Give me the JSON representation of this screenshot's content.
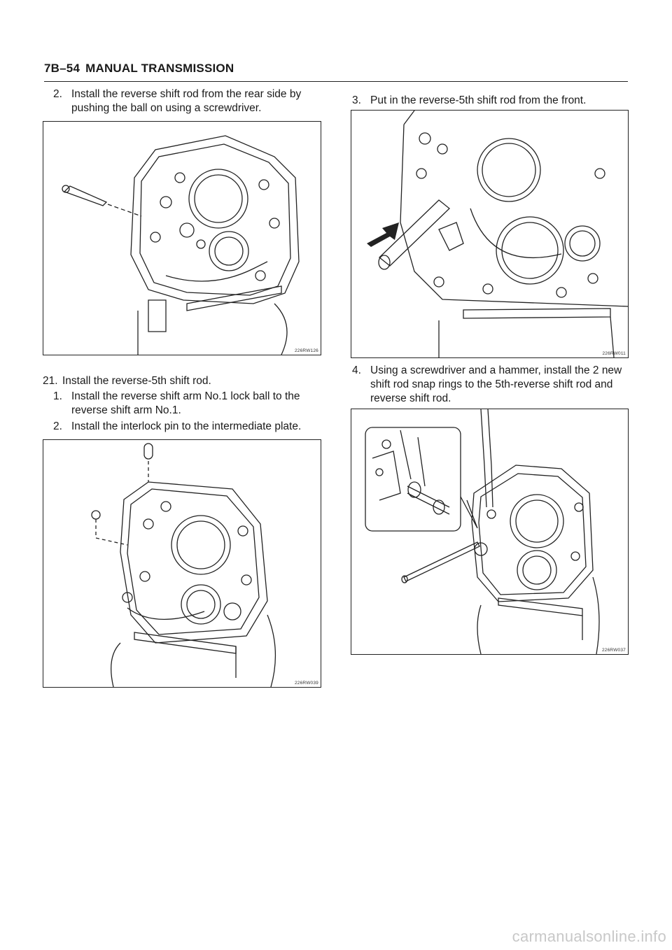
{
  "header": {
    "section": "7B–54",
    "title": "MANUAL TRANSMISSION"
  },
  "left": {
    "step_2": {
      "num": "2.",
      "text": "Install the reverse shift rod from the rear side by pushing the ball on using a screwdriver."
    },
    "fig_1": {
      "id": "226RW126"
    },
    "step_21": {
      "num": "21.",
      "text": "Install the reverse-5th shift rod."
    },
    "sub_1": {
      "num": "1.",
      "text": "Install the reverse shift arm No.1 lock ball to the reverse shift arm No.1."
    },
    "sub_2": {
      "num": "2.",
      "text": "Install the interlock pin to the intermediate plate."
    },
    "fig_2": {
      "id": "226RW039"
    }
  },
  "right": {
    "step_3": {
      "num": "3.",
      "text": "Put in the reverse-5th shift rod from the front."
    },
    "fig_3": {
      "id": "226RW011"
    },
    "step_4": {
      "num": "4.",
      "text": "Using a screwdriver and a hammer, install the 2 new shift rod snap rings to the 5th-reverse shift rod and reverse shift rod."
    },
    "fig_4": {
      "id": "226RW037"
    }
  },
  "footer": {
    "watermark": "carmanualsonline.info"
  }
}
